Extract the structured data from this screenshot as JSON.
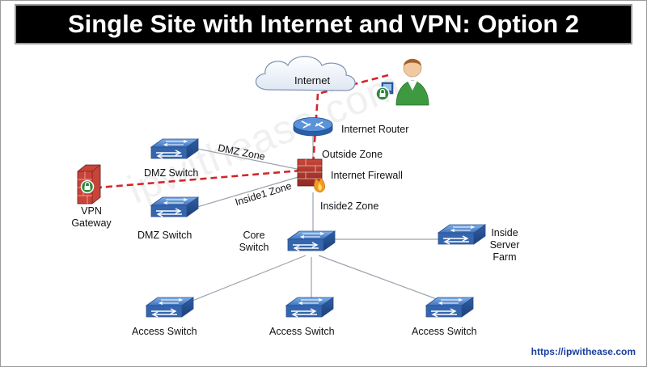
{
  "title": "Single Site with Internet and VPN: Option 2",
  "watermark": "ipwithease.com",
  "site_url": "https://ipwithease.com",
  "colors": {
    "vpn_path": "#d3262a",
    "links": "#9aa3ad",
    "switch_blue": "#3d72c0",
    "router_blue": "#3a73c4",
    "firewall_red": "#b8322a"
  },
  "icons": {
    "cloud": "cloud-icon",
    "router": "router-icon",
    "firewall": "firewall-icon",
    "switch": "switch-icon",
    "user": "remote-user-icon"
  },
  "nodes": {
    "internet": "Internet",
    "router": "Internet Router",
    "firewall": "Internet Firewall",
    "dmz_switch_top": "DMZ Switch",
    "dmz_switch_bottom": "DMZ Switch",
    "vpn_gateway": [
      "VPN",
      "Gateway"
    ],
    "core_switch": [
      "Core",
      "Switch"
    ],
    "inside_server_farm": [
      "Inside",
      "Server",
      "Farm"
    ],
    "access_switches": [
      "Access Switch",
      "Access Switch",
      "Access Switch"
    ]
  },
  "zones": {
    "outside": "Outside Zone",
    "dmz": "DMZ Zone",
    "inside1": "Inside1 Zone",
    "inside2": "Inside2 Zone"
  }
}
